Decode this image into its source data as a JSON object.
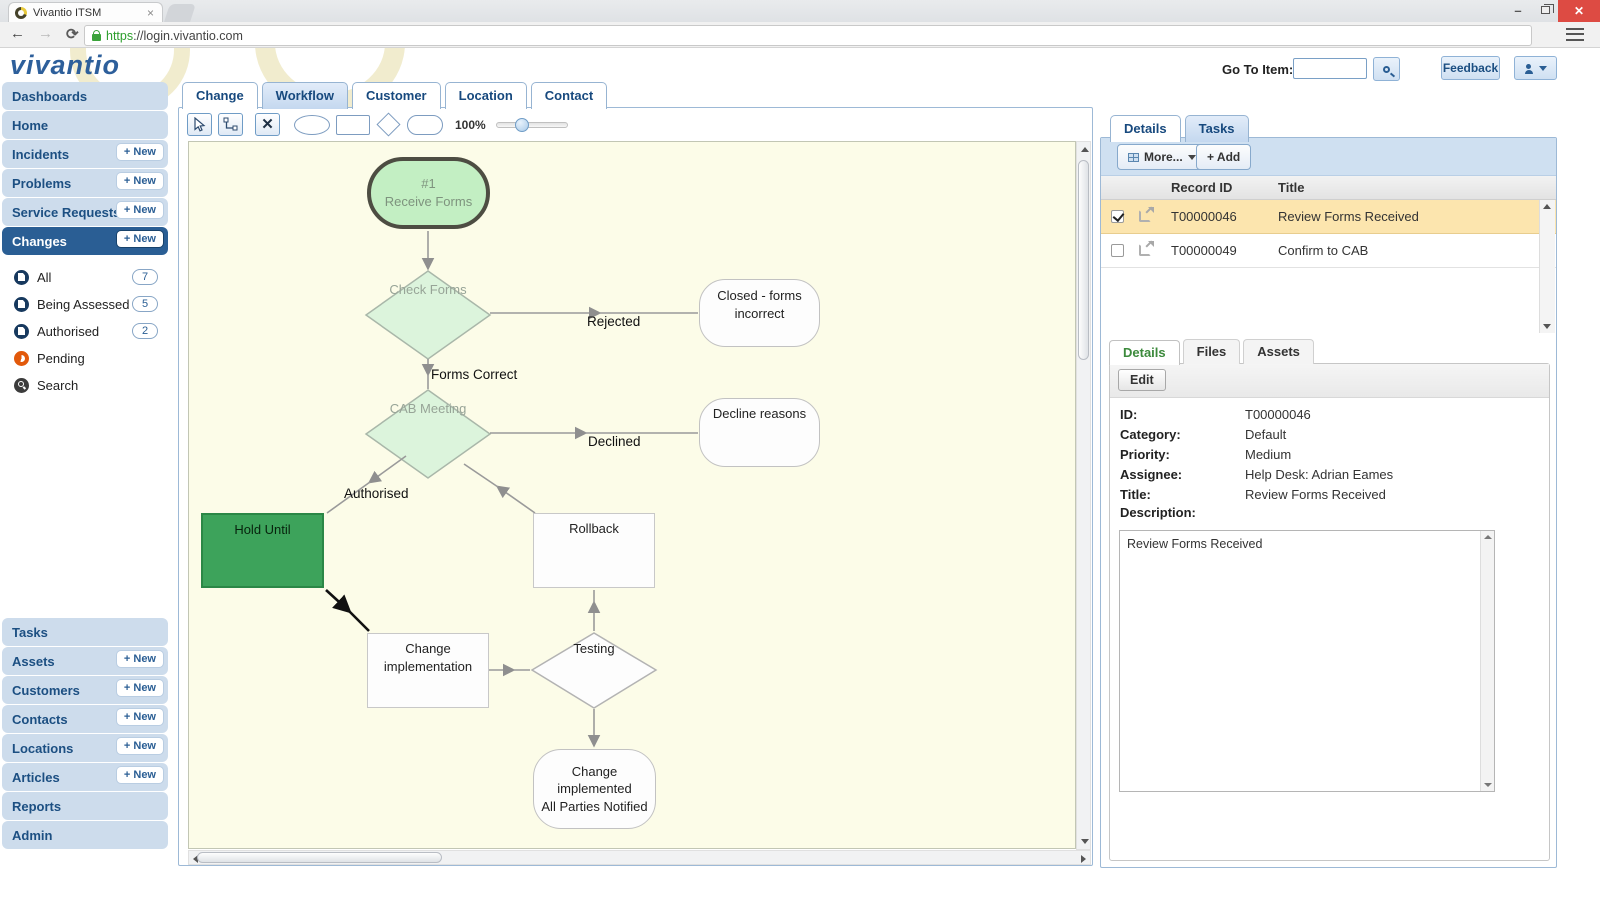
{
  "browser": {
    "tab_title": "Vivantio ITSM",
    "url_scheme": "https",
    "url_rest": "://login.vivantio.com"
  },
  "header": {
    "logo_text": "vivantio",
    "goto_label": "Go To Item:",
    "goto_value": "",
    "feedback_label": "Feedback"
  },
  "sidebar": {
    "new_label": "+ New",
    "top_items": [
      {
        "label": "Dashboards"
      },
      {
        "label": "Home"
      },
      {
        "label": "Incidents",
        "new": true
      },
      {
        "label": "Problems",
        "new": true
      },
      {
        "label": "Service Requests",
        "new": true
      },
      {
        "label": "Changes",
        "new": true,
        "active": true
      }
    ],
    "change_views": [
      {
        "label": "All",
        "badge": "7"
      },
      {
        "label": "Being Assessed",
        "badge": "5"
      },
      {
        "label": "Authorised",
        "badge": "2"
      },
      {
        "label": "Pending"
      },
      {
        "label": "Search"
      }
    ],
    "bottom_items": [
      {
        "label": "Tasks"
      },
      {
        "label": "Assets",
        "new": true
      },
      {
        "label": "Customers",
        "new": true
      },
      {
        "label": "Contacts",
        "new": true
      },
      {
        "label": "Locations",
        "new": true
      },
      {
        "label": "Articles",
        "new": true
      },
      {
        "label": "Reports"
      },
      {
        "label": "Admin"
      }
    ]
  },
  "main_tabs": [
    {
      "label": "Change"
    },
    {
      "label": "Workflow",
      "active": true
    },
    {
      "label": "Customer"
    },
    {
      "label": "Location"
    },
    {
      "label": "Contact"
    }
  ],
  "canvas_toolbar": {
    "zoom_label": "100%"
  },
  "workflow": {
    "nodes": {
      "receive": "#1\nReceive Forms",
      "check": "Check Forms",
      "closed": "Closed - forms\nincorrect",
      "cab": "CAB Meeting",
      "decline": "Decline reasons",
      "hold": "Hold Until",
      "rollback": "Rollback",
      "implementation": "Change\nimplementation",
      "testing": "Testing",
      "done": "Change\nimplemented\nAll Parties Notified"
    },
    "edge_labels": {
      "rejected": "Rejected",
      "forms_correct": "Forms Correct",
      "declined": "Declined",
      "authorised": "Authorised"
    }
  },
  "right_panel": {
    "tabs": [
      {
        "label": "Details"
      },
      {
        "label": "Tasks",
        "active": true
      }
    ],
    "more_label": "More...",
    "add_label": "+ Add",
    "table": {
      "columns": [
        "Record ID",
        "Title"
      ],
      "rows": [
        {
          "record_id": "T00000046",
          "title": "Review Forms Received",
          "checked": true,
          "selected": true
        },
        {
          "record_id": "T00000049",
          "title": "Confirm to CAB",
          "checked": false,
          "selected": false
        }
      ]
    },
    "detail_tabs": [
      {
        "label": "Details",
        "active": true
      },
      {
        "label": "Files"
      },
      {
        "label": "Assets"
      }
    ],
    "edit_label": "Edit",
    "fields": [
      {
        "label": "ID:",
        "value": "T00000046"
      },
      {
        "label": "Category:",
        "value": "Default"
      },
      {
        "label": "Priority:",
        "value": "Medium"
      },
      {
        "label": "Assignee:",
        "value": "Help Desk: Adrian Eames"
      },
      {
        "label": "Title:",
        "value": "Review Forms Received"
      },
      {
        "label": "Description:",
        "value": ""
      }
    ],
    "description_text": "Review Forms Received"
  },
  "colors": {
    "sidebar_item_bg": "#cddcec",
    "sidebar_active_bg": "#2a5e94",
    "tab_active_bg": "#c4d8ef",
    "selected_row_bg": "#fce5ae",
    "canvas_bg": "#fcfce8",
    "node_start_fill": "#c3efc3",
    "node_decision_fill": "#dcf4dc",
    "node_hold_fill": "#3da35b",
    "pending_icon": "#e2590b",
    "close_button": "#dd4b43"
  }
}
